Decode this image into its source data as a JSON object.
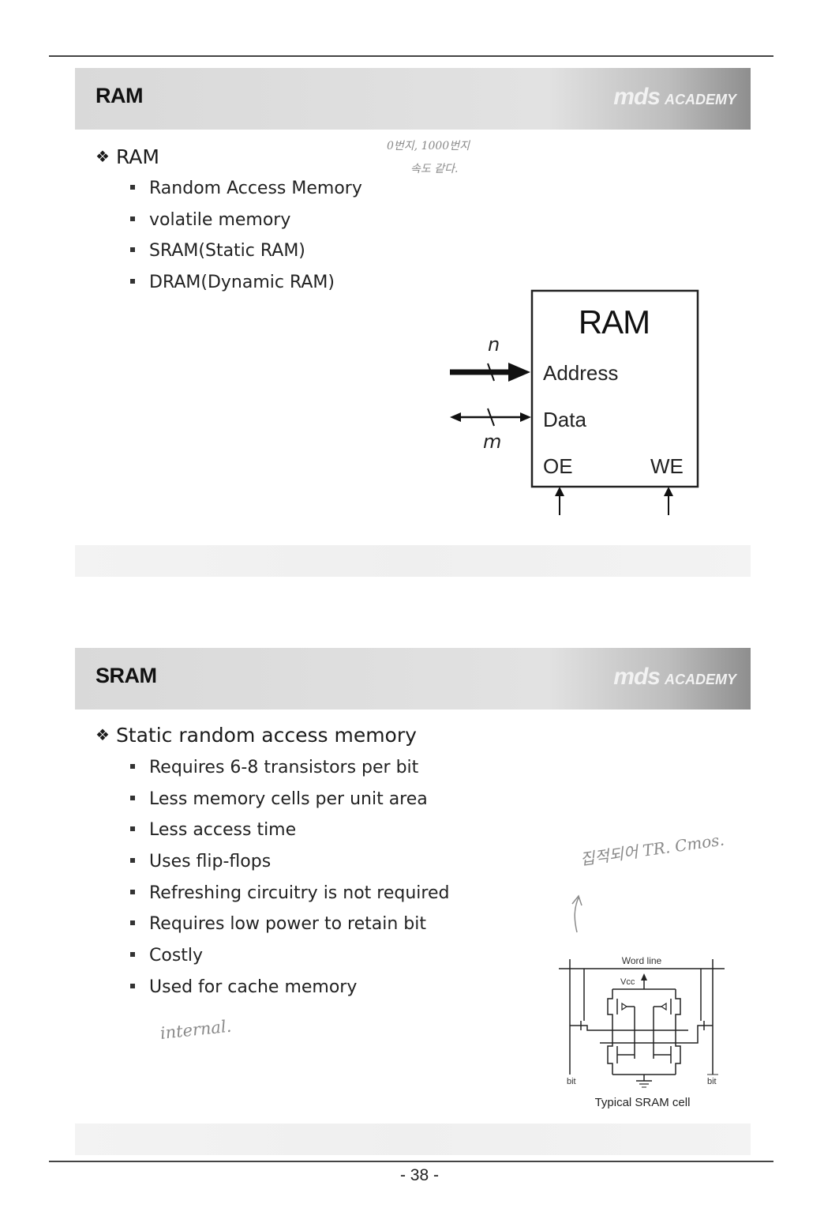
{
  "page_number": "- 38 -",
  "brand": {
    "name": "mds",
    "suffix": "ACADEMY"
  },
  "slide1": {
    "title": "RAM",
    "heading": "RAM",
    "bullets": [
      "Random Access Memory",
      "volatile memory",
      "SRAM(Static RAM)",
      "DRAM(Dynamic RAM)"
    ],
    "handwritten_note": [
      "0번지, 1000번지",
      "속도 같다."
    ],
    "diagram": {
      "block_title": "RAM",
      "address_label": "Address",
      "data_label": "Data",
      "oe_label": "OE",
      "we_label": "WE",
      "n_label": "n",
      "m_label": "m"
    }
  },
  "slide2": {
    "title": "SRAM",
    "heading": "Static random access memory",
    "bullets": [
      "Requires 6-8 transistors per bit",
      "Less memory cells per unit area",
      "Less access time",
      "Uses flip-flops",
      "Refreshing circuitry is not required",
      "Requires low power to retain bit",
      "Costly",
      "Used for cache memory"
    ],
    "handwritten_note_right": "집적되어 TR. Cmos.",
    "handwritten_note_left": "internal.",
    "circuit": {
      "word_line": "Word line",
      "vcc": "Vcc",
      "bit_left": "bit",
      "bit_right": "bit",
      "caption": "Typical SRAM cell"
    }
  }
}
